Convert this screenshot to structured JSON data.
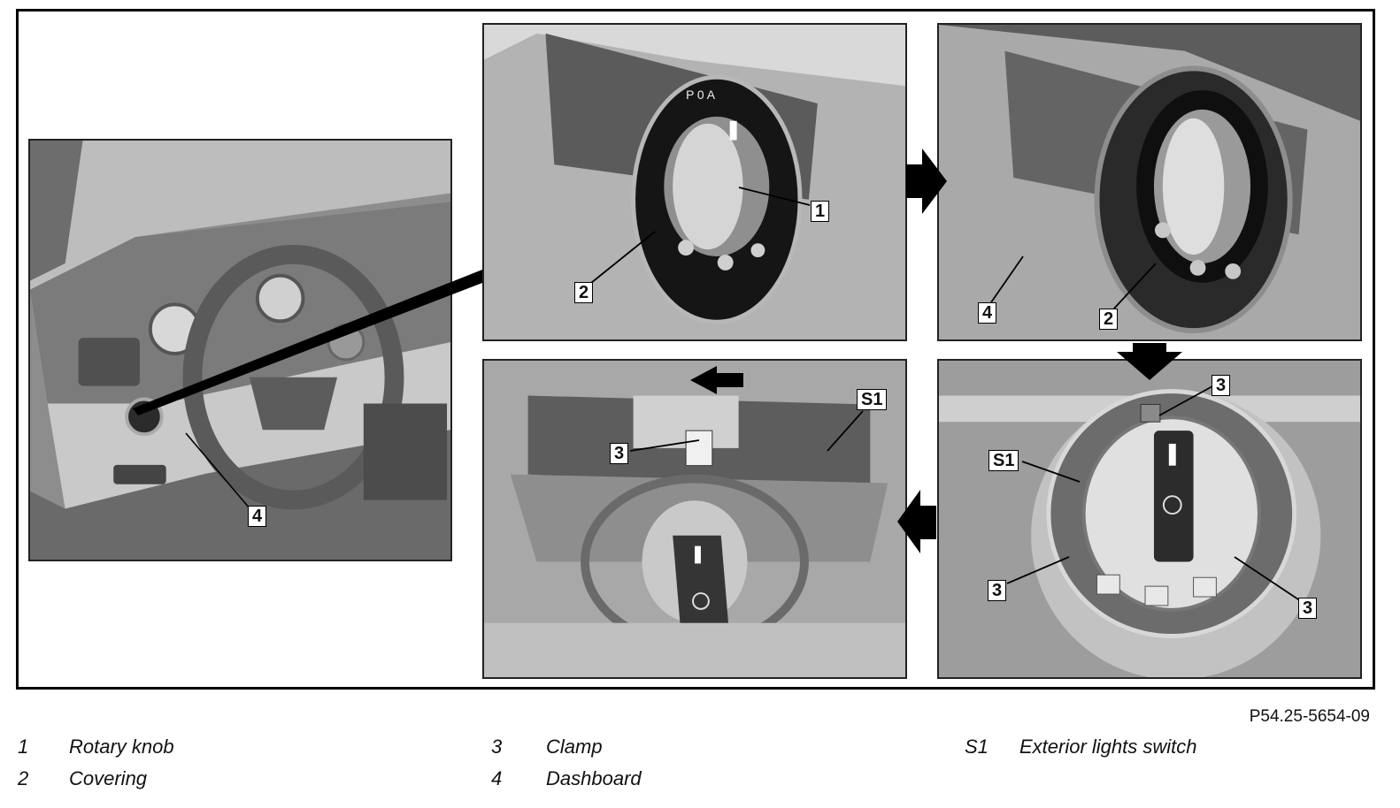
{
  "figure_id": "P54.25-5654-09",
  "callouts": {
    "overview_4": "4",
    "p1_1": "1",
    "p1_2": "2",
    "p2_4": "4",
    "p2_2": "2",
    "p3_3_top": "3",
    "p3_s1": "S1",
    "p3_3_left": "3",
    "p3_3_right": "3",
    "p4_s1": "S1",
    "p4_3": "3"
  },
  "legend": [
    {
      "num": "1",
      "label": "Rotary knob"
    },
    {
      "num": "2",
      "label": "Covering"
    },
    {
      "num": "3",
      "label": "Clamp"
    },
    {
      "num": "4",
      "label": "Dashboard"
    },
    {
      "num": "S1",
      "label": "Exterior lights switch"
    }
  ],
  "colors": {
    "arrow": "#000000",
    "photo_bg": "#9a9a9a",
    "border": "#000000"
  }
}
